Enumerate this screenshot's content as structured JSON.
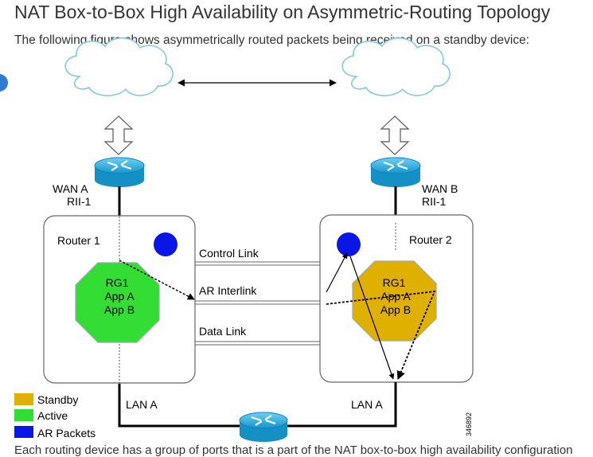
{
  "page": {
    "title": "NAT Box-to-Box High Availability on Asymmetric-Routing Topology",
    "intro": "The following figure shows asymmetrically routed packets being received on a standby device:",
    "footer_text": "Each routing device has a group of ports that is a part of the NAT box-to-box high availability configuration"
  },
  "diagram": {
    "wan_a_label": "WAN A",
    "wan_a_sub": "RII-1",
    "wan_b_label": "WAN B",
    "wan_b_sub": "RII-1",
    "router1_label": "Router 1",
    "router2_label": "Router 2",
    "control_link": "Control Link",
    "ar_interlink": "AR Interlink",
    "data_link": "Data Link",
    "rg1_left": {
      "line1": "RG1",
      "line2": "App A",
      "line3": "App B"
    },
    "rg1_right": {
      "line1": "RG1",
      "line2": "App A",
      "line3": "App B"
    },
    "lan_a_left": "LAN A",
    "lan_a_right": "LAN A",
    "figure_id": "346892",
    "legend": [
      {
        "label": "Standby",
        "color": "#e0b000"
      },
      {
        "label": "Active",
        "color": "#33dd33"
      },
      {
        "label": "AR Packets",
        "color": "#0a16e6"
      }
    ],
    "colors": {
      "router": "#1aa3d9",
      "active": "#33dd33",
      "standby": "#e0b000",
      "ar_packets": "#0a16e6"
    }
  }
}
